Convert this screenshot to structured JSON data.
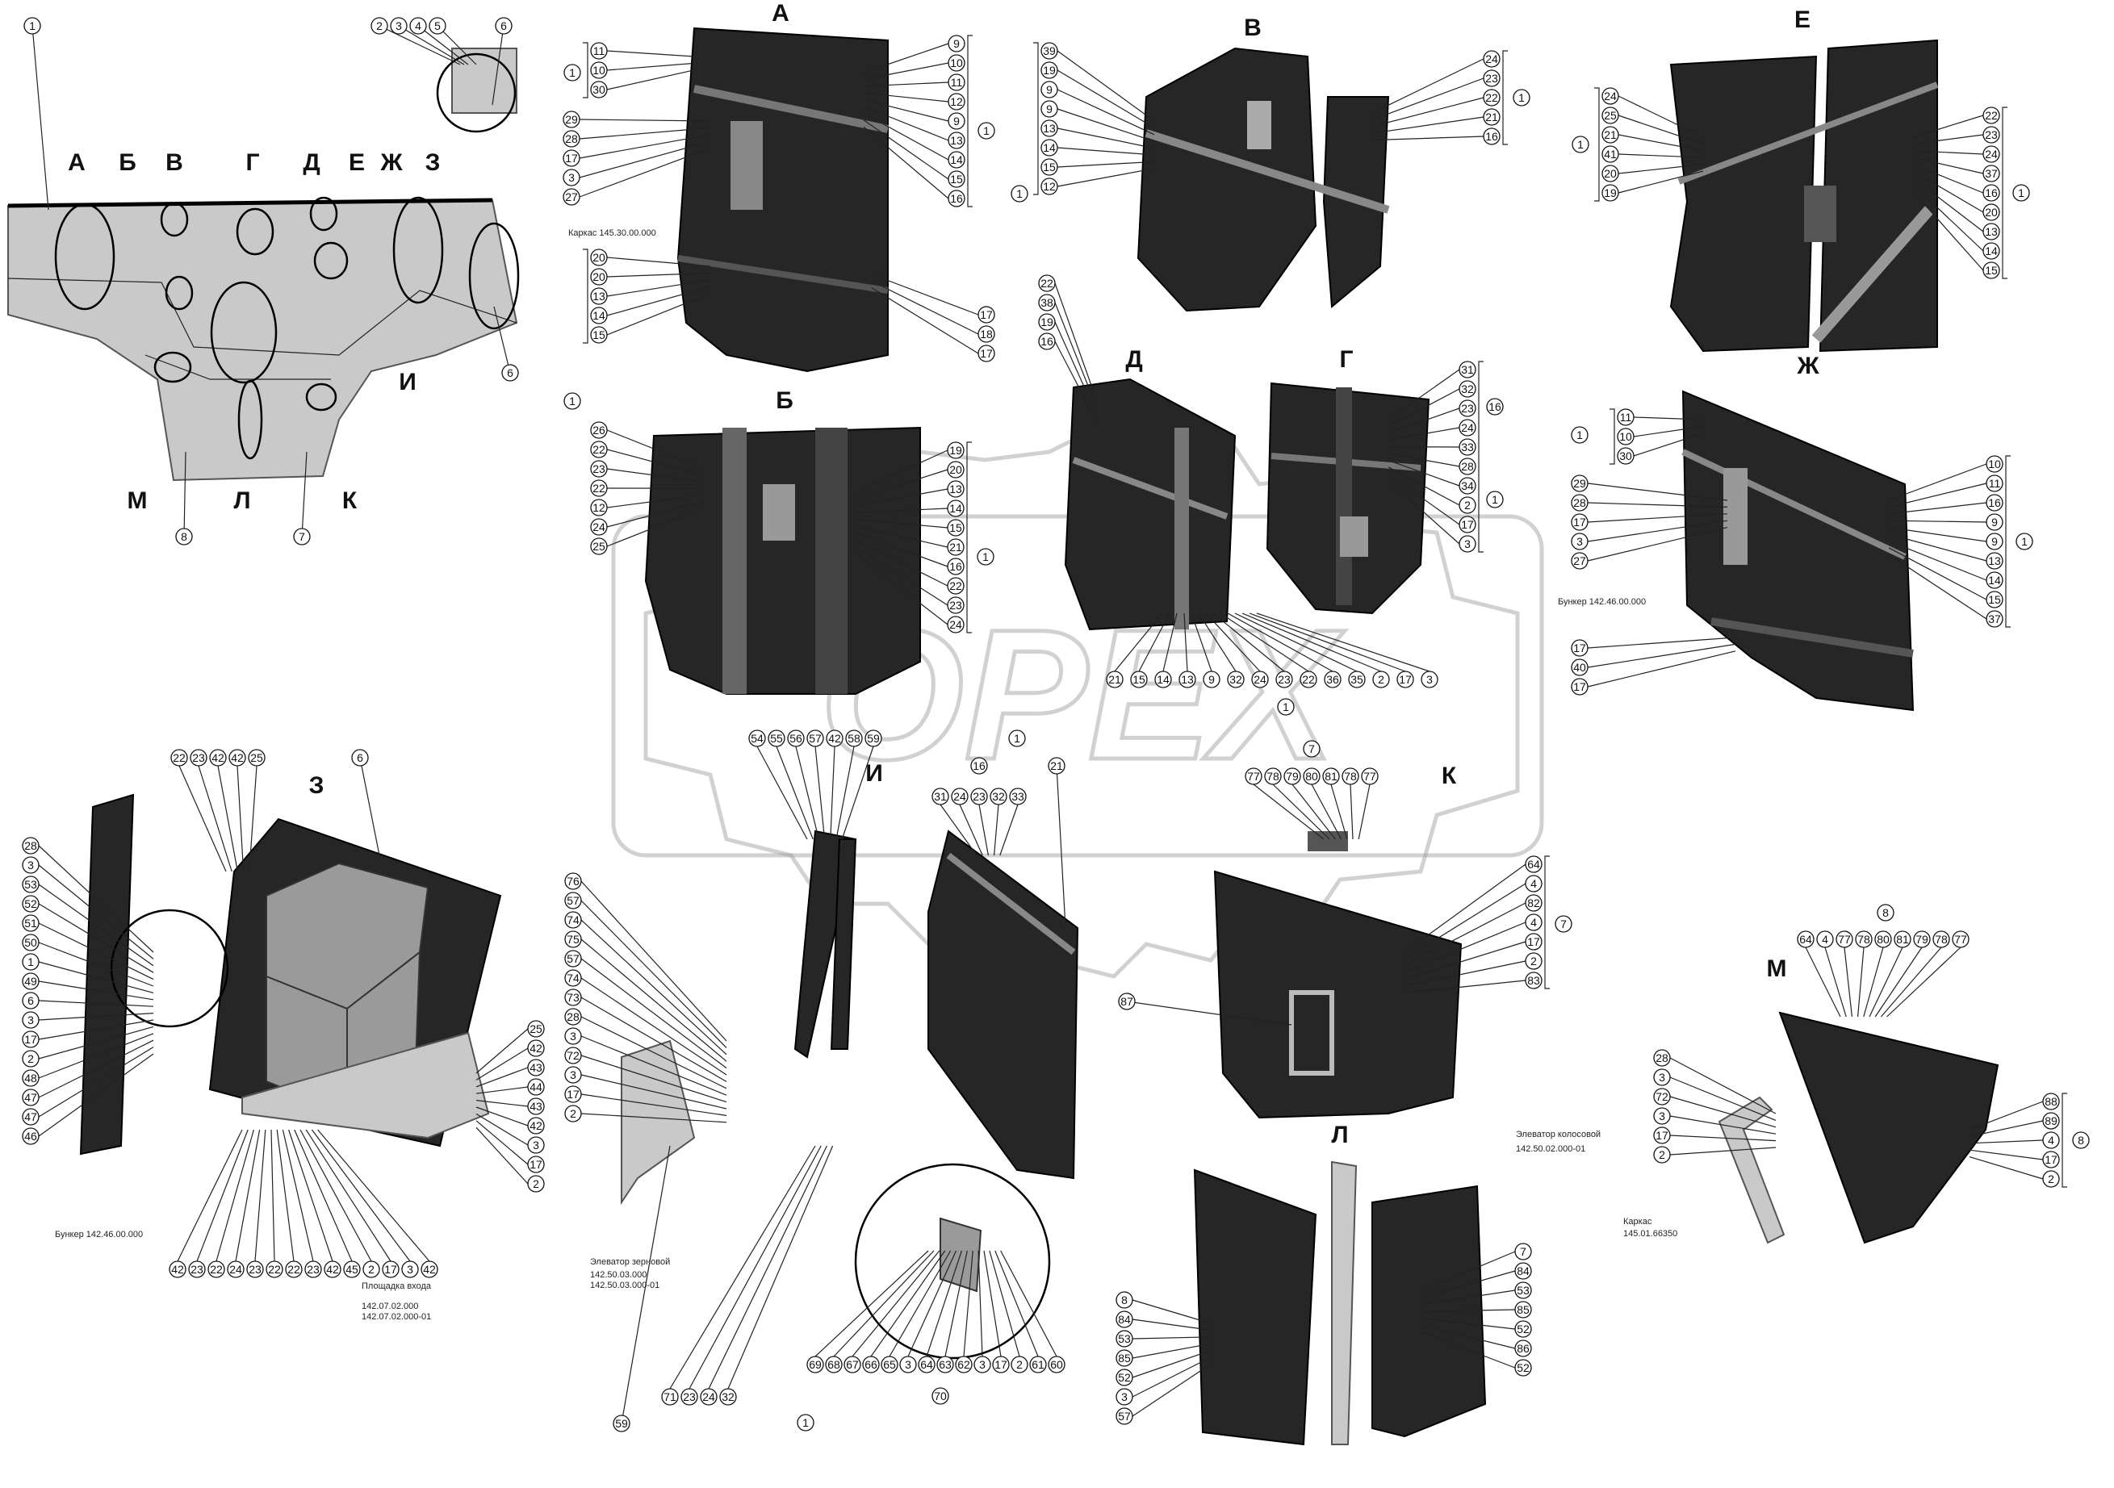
{
  "view_letters": {
    "overview": [
      "А",
      "Б",
      "В",
      "Г",
      "Д",
      "Е",
      "Ж",
      "З",
      "И",
      "К",
      "Л",
      "М"
    ],
    "detail_A": "А",
    "detail_B": "Б",
    "detail_V": "В",
    "detail_E": "Е",
    "detail_D": "Д",
    "detail_G": "Г",
    "detail_Zh": "Ж",
    "detail_Z": "З",
    "detail_I": "И",
    "detail_K": "К",
    "detail_L": "Л",
    "detail_M": "М"
  },
  "captions": {
    "karkas_1": "Каркас 145.30.00.000",
    "bunker_1": "Бункер 142.46.00.000",
    "bunker_2": "Бункер 142.46.00.000",
    "platform_title": "Площадка входа",
    "platform_code_1": "142.07.02.000",
    "platform_code_2": "142.07.02.000-01",
    "elevator_grain_title": "Элеватор зерновой",
    "elevator_grain_code_1": "142.50.03.000",
    "elevator_grain_code_2": "142.50.03.000-01",
    "elevator_ear_title": "Элеватор колосовой",
    "elevator_ear_code": "142.50.02.000-01",
    "karkas_2_title": "Каркас",
    "karkas_2_code": "145.01.66350"
  },
  "watermark": "OPEX",
  "callouts": {
    "ov": [
      "1",
      "2",
      "3",
      "4",
      "5",
      "6",
      "6",
      "8",
      "7"
    ],
    "a_left_top": [
      "11",
      "10",
      "30"
    ],
    "a_left_top_ref": "1",
    "a_left_mid": [
      "29",
      "28",
      "17",
      "3",
      "27"
    ],
    "a_right": [
      "9",
      "10",
      "11",
      "12",
      "9",
      "13",
      "14",
      "15",
      "16"
    ],
    "a_right_ref": "1",
    "a_right_low": [
      "17",
      "18",
      "17"
    ],
    "a_left_low": [
      "20",
      "20",
      "13",
      "14",
      "15"
    ],
    "a_left_low_ref": "1",
    "b_left": [
      "26",
      "22",
      "23",
      "22",
      "12",
      "24",
      "25"
    ],
    "b_right": [
      "19",
      "20",
      "13",
      "14",
      "15",
      "21",
      "16",
      "22",
      "23",
      "24"
    ],
    "b_right_ref": "1",
    "v_left": [
      "39",
      "19",
      "9",
      "9",
      "13",
      "14",
      "15",
      "12"
    ],
    "v_left_ref": "1",
    "v_right": [
      "24",
      "23",
      "22",
      "21",
      "16"
    ],
    "v_right_ref": "1",
    "e_left": [
      "24",
      "25",
      "21",
      "41",
      "20",
      "19"
    ],
    "e_left_ref": "1",
    "e_right": [
      "22",
      "23",
      "24",
      "37",
      "16",
      "20",
      "13",
      "14",
      "15"
    ],
    "e_right_ref": "1",
    "d_left": [
      "22",
      "38",
      "19",
      "16"
    ],
    "g_right": [
      "31",
      "32",
      "23",
      "24",
      "33",
      "28",
      "34",
      "2",
      "17",
      "3"
    ],
    "g_right_ref_1": "16",
    "g_right_ref_2": "1",
    "dg_bottom": [
      "21",
      "15",
      "14",
      "13",
      "9",
      "32",
      "24",
      "23",
      "22",
      "36",
      "35",
      "2",
      "17",
      "3"
    ],
    "dg_bottom_ref": "1",
    "zh_left": [
      "11",
      "10",
      "30"
    ],
    "zh_left_ref": "1",
    "zh_left_mid": [
      "29",
      "28",
      "17",
      "3",
      "27"
    ],
    "zh_right": [
      "10",
      "11",
      "16",
      "9",
      "9",
      "13",
      "14",
      "15",
      "37"
    ],
    "zh_right_ref": "1",
    "zh_low": [
      "17",
      "40",
      "17"
    ],
    "z_top": [
      "22",
      "23",
      "42",
      "42",
      "25"
    ],
    "z_top_ref": "6",
    "z_left": [
      "28",
      "3",
      "53",
      "52",
      "51",
      "50",
      "1",
      "49",
      "6",
      "3",
      "17",
      "2",
      "48",
      "47",
      "47",
      "46"
    ],
    "z_right": [
      "25",
      "42",
      "43",
      "44",
      "43",
      "42",
      "3",
      "17",
      "2"
    ],
    "z_bottom": [
      "42",
      "23",
      "22",
      "24",
      "23",
      "22",
      "22",
      "23",
      "42",
      "45",
      "2",
      "17",
      "3",
      "42"
    ],
    "i_top": [
      "54",
      "55",
      "56",
      "57",
      "42",
      "58",
      "59"
    ],
    "i_top_ref": "1",
    "i_box": [
      "31",
      "24",
      "23",
      "32",
      "33"
    ],
    "i_box_ref_1": "16",
    "i_box_ref_2": "21",
    "i_left": [
      "76",
      "57",
      "74",
      "75",
      "57",
      "74",
      "73",
      "28",
      "3",
      "72",
      "3",
      "17",
      "2"
    ],
    "i_bottom": [
      "69",
      "68",
      "67",
      "66",
      "65",
      "3",
      "64",
      "63",
      "62",
      "3",
      "17",
      "2",
      "61",
      "60"
    ],
    "i_bottom_ref": "70",
    "i_bottom_2": [
      "71",
      "23",
      "24",
      "32"
    ],
    "i_bottom_ref_2": "1",
    "i_bottom_3": "59",
    "k_top": [
      "77",
      "78",
      "79",
      "80",
      "81",
      "78",
      "77"
    ],
    "k_top_ref": "7",
    "k_right": [
      "64",
      "4",
      "82",
      "4",
      "17",
      "2",
      "83"
    ],
    "k_right_ref": "7",
    "k_left": "87",
    "l_left": [
      "8",
      "84",
      "53",
      "85",
      "52",
      "3",
      "57"
    ],
    "l_right": [
      "7",
      "84",
      "53",
      "85",
      "52",
      "86",
      "52"
    ],
    "m_top": [
      "64",
      "4",
      "77",
      "78",
      "80",
      "81",
      "79",
      "78",
      "77"
    ],
    "m_top_ref": "8",
    "m_left": [
      "28",
      "3",
      "72",
      "3",
      "17",
      "2"
    ],
    "m_right": [
      "88",
      "89",
      "4",
      "17",
      "2"
    ],
    "m_right_ref": "8"
  }
}
